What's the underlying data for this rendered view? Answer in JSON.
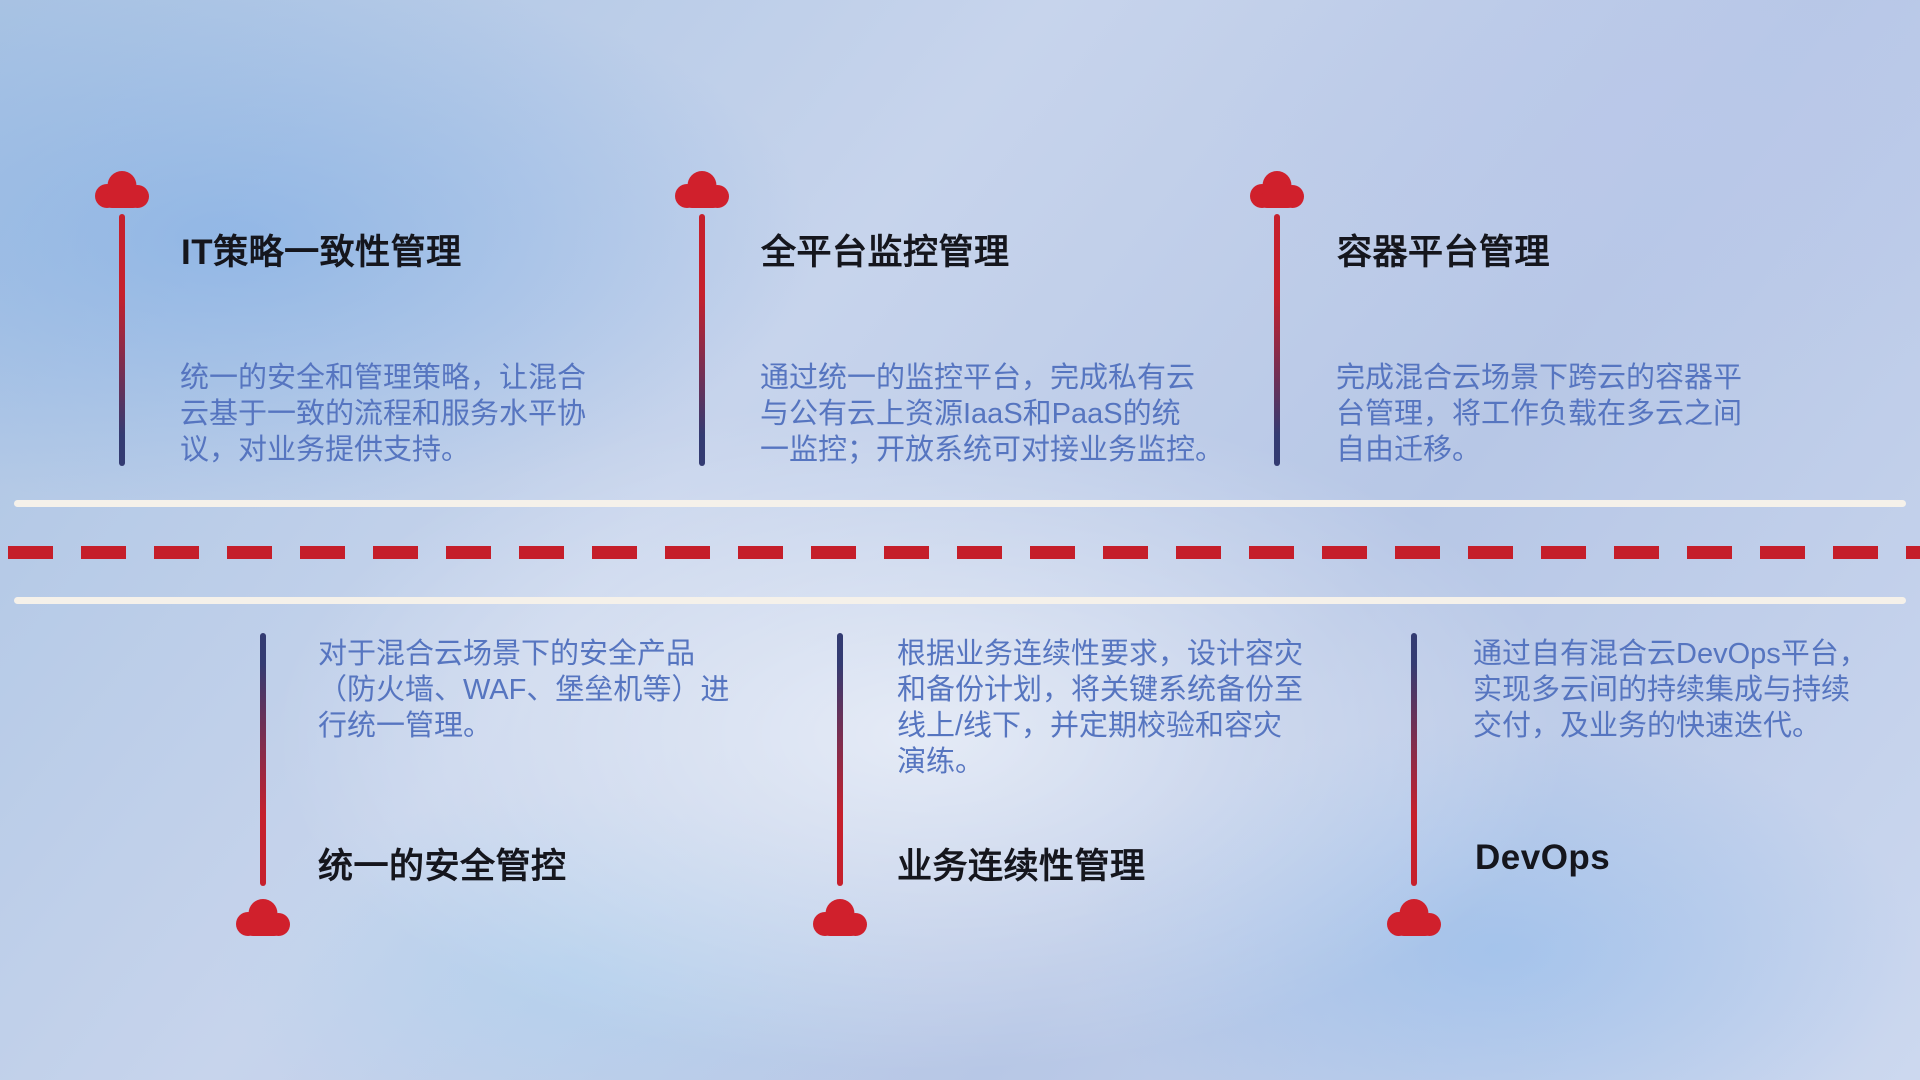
{
  "diagram": {
    "top_items": [
      {
        "title": "IT策略一致性管理",
        "desc": "统一的安全和管理策略，让混合\n云基于一致的流程和服务水平协\n议，对业务提供支持。"
      },
      {
        "title": "全平台监控管理",
        "desc": "通过统一的监控平台，完成私有云\n与公有云上资源IaaS和PaaS的统\n一监控；开放系统可对接业务监控。"
      },
      {
        "title": "容器平台管理",
        "desc": "完成混合云场景下跨云的容器平\n台管理，将工作负载在多云之间\n自由迁移。"
      }
    ],
    "bottom_items": [
      {
        "title": "统一的安全管控",
        "desc": "对于混合云场景下的安全产品\n（防火墙、WAF、堡垒机等）进\n行统一管理。"
      },
      {
        "title": "业务连续性管理",
        "desc": "根据业务连续性要求，设计容灾\n和备份计划，将关键系统备份至\n线上/线下，并定期校验和容灾\n演练。"
      },
      {
        "title": "DevOps",
        "desc": "通过自有混合云DevOps平台，\n实现多云间的持续集成与持续\n交付，及业务的快速迭代。"
      }
    ],
    "icons": [
      {
        "name": "cloud-icon",
        "color": "#d0202c"
      }
    ],
    "colors": {
      "cloud_red": "#d0202c",
      "stem_red": "#c6202c",
      "stem_navy": "#333b72",
      "desc_blue": "#5675c0",
      "title_dark": "#15161d",
      "road_white": "#f5f1ea",
      "dash_red": "#c51e2a"
    }
  }
}
